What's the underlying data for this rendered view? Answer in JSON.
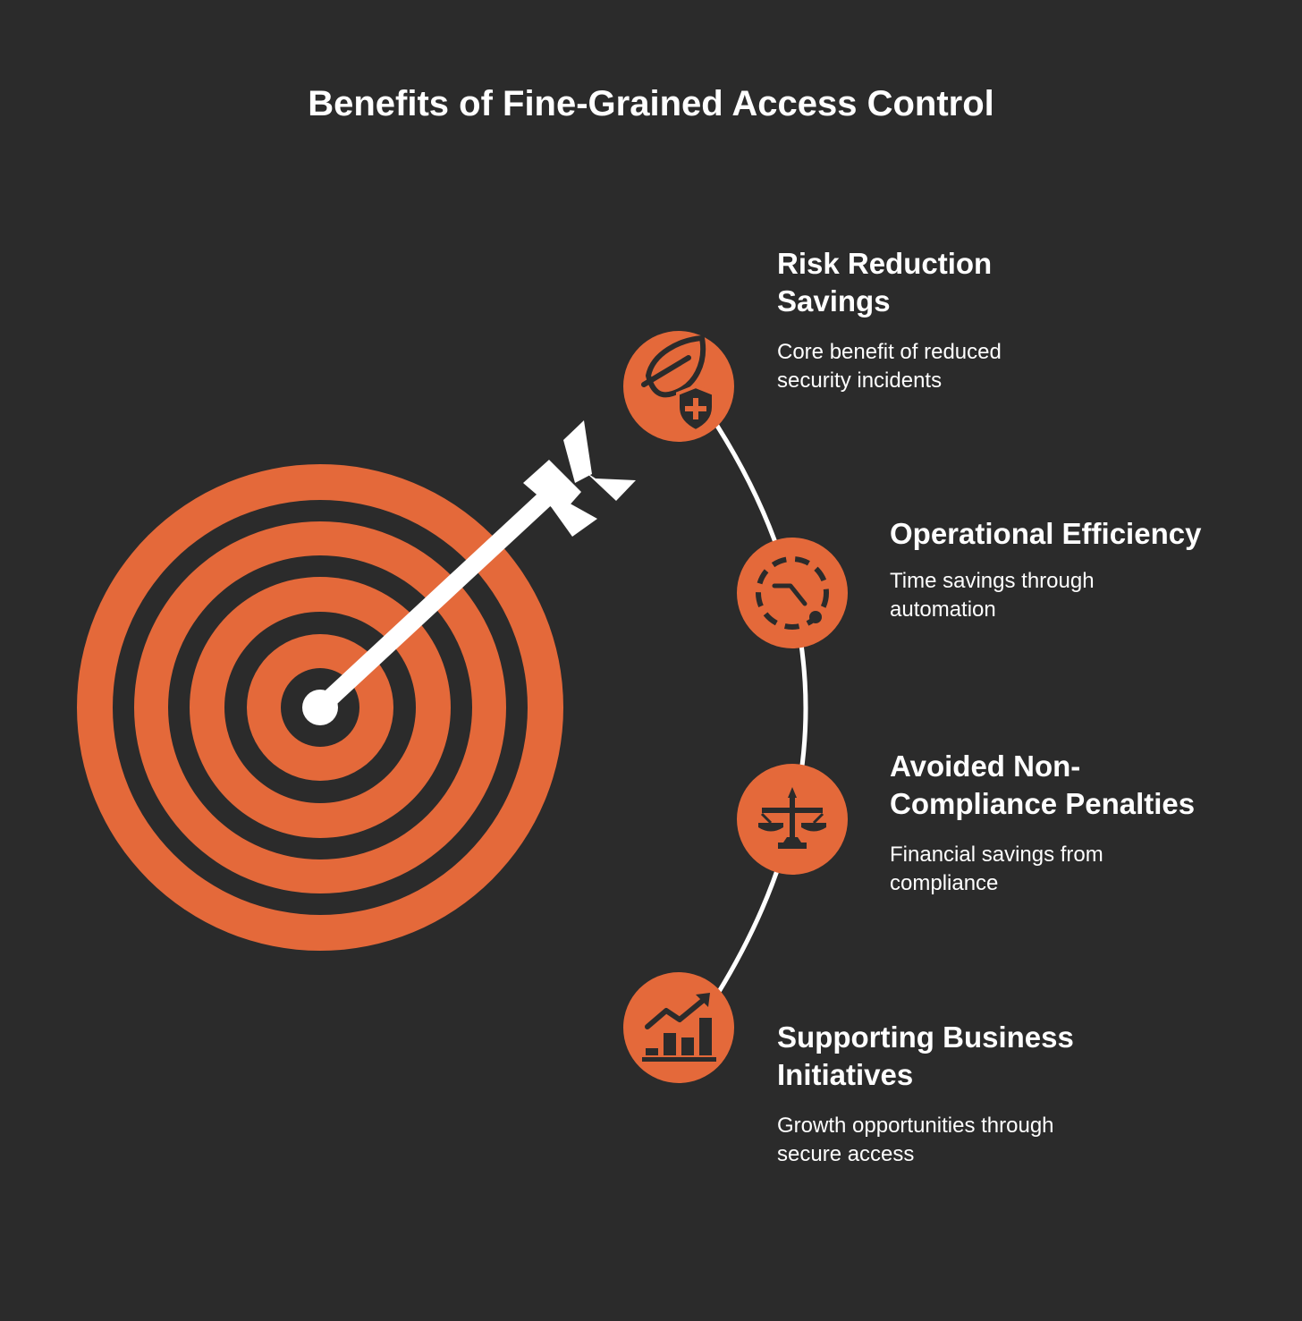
{
  "title": "Benefits of Fine-Grained Access Control",
  "colors": {
    "background": "#2b2b2b",
    "accent": "#e4693a",
    "foreground": "#ffffff"
  },
  "benefits": [
    {
      "title": "Risk Reduction\nSavings",
      "description": "Core benefit of reduced\nsecurity incidents",
      "icon": "leaf-shield-icon"
    },
    {
      "title": "Operational Efficiency",
      "description": "Time savings through\nautomation",
      "icon": "circular-process-icon"
    },
    {
      "title": "Avoided Non-\nCompliance Penalties",
      "description": "Financial savings from\ncompliance",
      "icon": "scales-of-justice-icon"
    },
    {
      "title": "Supporting Business\nInitiatives",
      "description": "Growth opportunities through\nsecure access",
      "icon": "growth-chart-icon"
    }
  ]
}
